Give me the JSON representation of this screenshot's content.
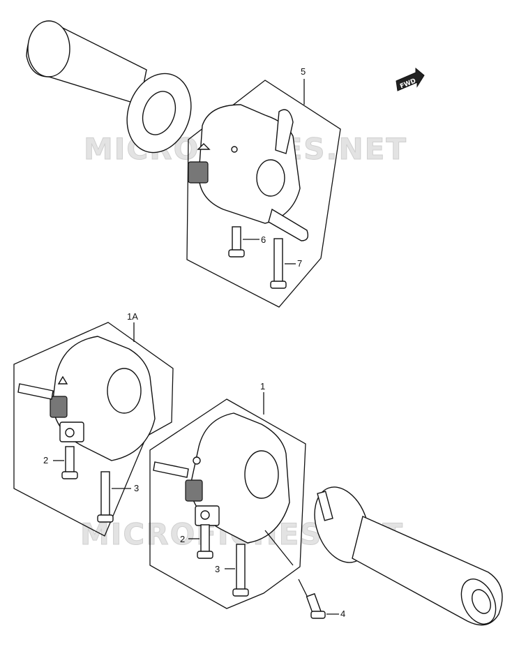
{
  "watermark": {
    "text": "MICROFICHES.NET"
  },
  "fwd_label": "FWD",
  "callouts": {
    "1": "1",
    "2": "2",
    "3": "3",
    "4": "4",
    "5": "5",
    "6": "6",
    "7": "7",
    "1A": "1A"
  }
}
